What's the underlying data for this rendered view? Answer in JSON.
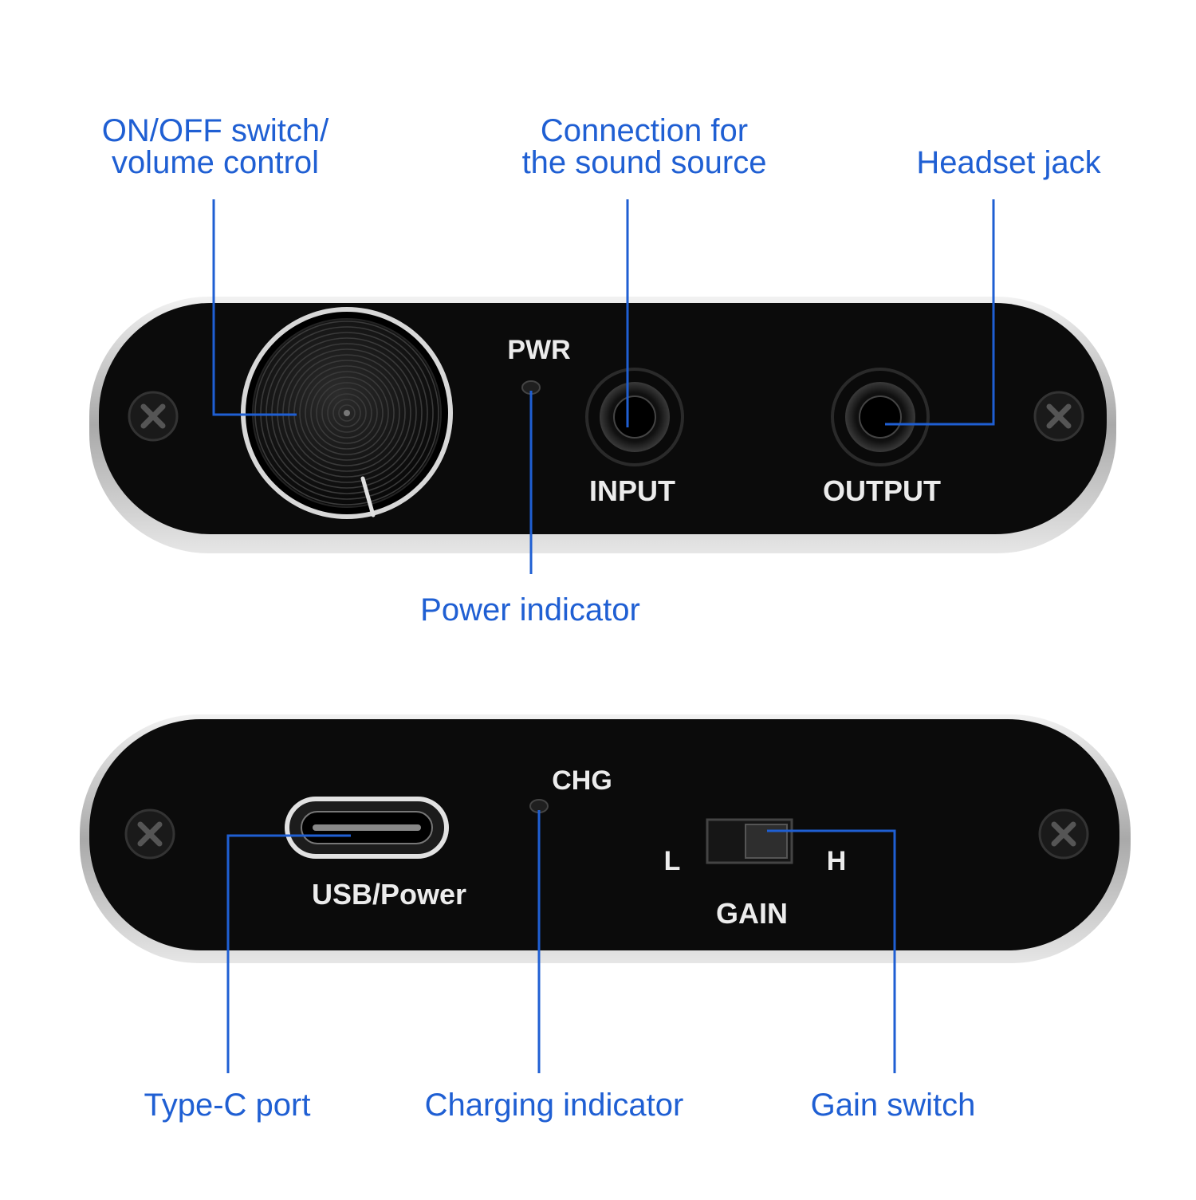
{
  "front_panel": {
    "pwr_label": "PWR",
    "input_label": "INPUT",
    "output_label": "OUTPUT"
  },
  "back_panel": {
    "chg_label": "CHG",
    "usb_label": "USB/Power",
    "gain_low": "L",
    "gain_high": "H",
    "gain_label": "GAIN"
  },
  "callouts": {
    "onoff_line1": "ON/OFF switch/",
    "onoff_line2": "volume control",
    "connection_line1": "Connection for",
    "connection_line2": "the sound source",
    "headset": "Headset jack",
    "power_indicator": "Power indicator",
    "type_c": "Type-C port",
    "charging_indicator": "Charging indicator",
    "gain_switch": "Gain switch"
  },
  "colors": {
    "callout_blue": "#1f5fd3",
    "panel_black": "#0b0b0b",
    "panel_text": "#ececec",
    "bezel_silver": "#c9c9c9"
  }
}
